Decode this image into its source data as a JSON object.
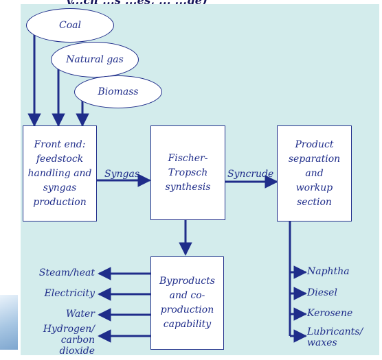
{
  "heading_fragment": "y...ch ...s ...es, ... ...ge)",
  "feedstocks": {
    "coal": "Coal",
    "natural_gas": "Natural gas",
    "biomass": "Biomass"
  },
  "boxes": {
    "front_end": "Front end: feedstock handling and syngas production",
    "fischer_tropsch": "Fischer- Tropsch synthesis",
    "product_separation": "Product separation and workup section",
    "byproducts": "Byproducts and co-production capability"
  },
  "flows": {
    "syngas": "Syngas",
    "syncrude": "Syncrude"
  },
  "byproduct_outputs": [
    "Steam/heat",
    "Electricity",
    "Water",
    "Hydrogen/ carbon dioxide"
  ],
  "product_outputs": [
    "Naphtha",
    "Diesel",
    "Kerosene",
    "Lubricants/ waxes"
  ],
  "colors": {
    "panel": "#d3ecec",
    "line": "#1f2d8a",
    "box_fill": "#ffffff"
  }
}
